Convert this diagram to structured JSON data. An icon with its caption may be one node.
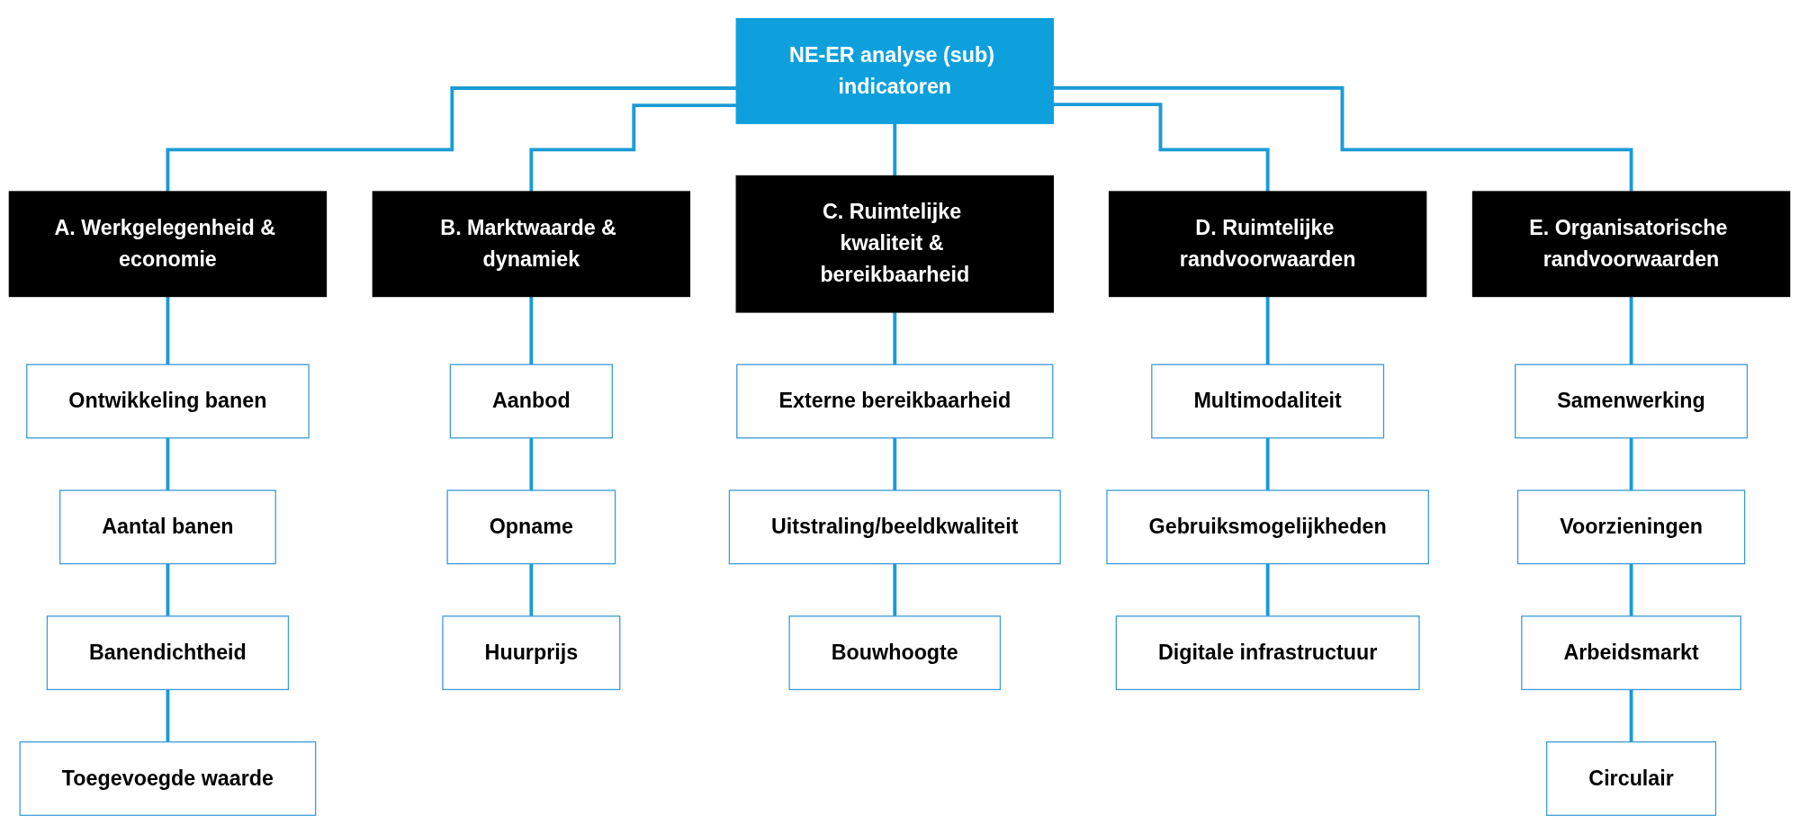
{
  "diagram": {
    "nodes": [
      {
        "text": [
          "NE-ER analyse (sub) indicatoren"
        ]
      },
      {
        "text": [
          "A. Werkgelegenheid & economie"
        ]
      },
      {
        "text": [
          "B. Marktwaarde & dynamiek"
        ]
      },
      {
        "text": [
          "C. Ruimtelijke kwaliteit & bereikbaarheid"
        ]
      },
      {
        "text": [
          "D. Ruimtelijke randvoorwaarden"
        ]
      },
      {
        "text": [
          "E. Organisatorische randvoorwaarden"
        ]
      },
      {
        "text": [
          "Ontwikkeling banen"
        ]
      },
      {
        "text": [
          "Aantal banen"
        ]
      },
      {
        "text": [
          "Banendichtheid"
        ]
      },
      {
        "text": [
          "Toegevoegde waarde"
        ]
      },
      {
        "text": [
          "Aanbod"
        ]
      },
      {
        "text": [
          "Opname"
        ]
      },
      {
        "text": [
          "Huurprijs"
        ]
      },
      {
        "text": [
          "Externe bereikbaarheid"
        ]
      },
      {
        "text": [
          "Uitstraling/beeldkwaliteit"
        ]
      },
      {
        "text": [
          "Bouwhoogte"
        ]
      },
      {
        "text": [
          "Multimodaliteit"
        ]
      },
      {
        "text": [
          "Gebruiksmogelijkheden"
        ]
      },
      {
        "text": [
          "Digitale infrastructuur"
        ]
      },
      {
        "text": [
          "Samenwerking"
        ]
      },
      {
        "text": [
          "Voorzieningen"
        ]
      },
      {
        "text": [
          "Arbeidsmarkt"
        ]
      },
      {
        "text": [
          "Circulair"
        ]
      }
    ],
    "edges": [
      {
        "from": 0,
        "to": 1,
        "arrow": "none"
      },
      {
        "from": 0,
        "to": 2,
        "arrow": "none"
      },
      {
        "from": 0,
        "to": 3,
        "arrow": "none"
      },
      {
        "from": 0,
        "to": 4,
        "arrow": "none"
      },
      {
        "from": 0,
        "to": 5,
        "arrow": "none"
      },
      {
        "from": 1,
        "to": 6,
        "arrow": "none"
      },
      {
        "from": 6,
        "to": 7,
        "arrow": "none"
      },
      {
        "from": 7,
        "to": 8,
        "arrow": "none"
      },
      {
        "from": 8,
        "to": 9,
        "arrow": "none"
      },
      {
        "from": 2,
        "to": 10,
        "arrow": "none"
      },
      {
        "from": 10,
        "to": 11,
        "arrow": "none"
      },
      {
        "from": 11,
        "to": 12,
        "arrow": "none"
      },
      {
        "from": 3,
        "to": 13,
        "arrow": "none"
      },
      {
        "from": 13,
        "to": 14,
        "arrow": "none"
      },
      {
        "from": 14,
        "to": 15,
        "arrow": "none"
      },
      {
        "from": 4,
        "to": 16,
        "arrow": "none"
      },
      {
        "from": 16,
        "to": 17,
        "arrow": "none"
      },
      {
        "from": 17,
        "to": 18,
        "arrow": "none"
      },
      {
        "from": 5,
        "to": 19,
        "arrow": "none"
      },
      {
        "from": 19,
        "to": 20,
        "arrow": "none"
      },
      {
        "from": 20,
        "to": 21,
        "arrow": "none"
      },
      {
        "from": 21,
        "to": 22,
        "arrow": "none"
      }
    ]
  }
}
